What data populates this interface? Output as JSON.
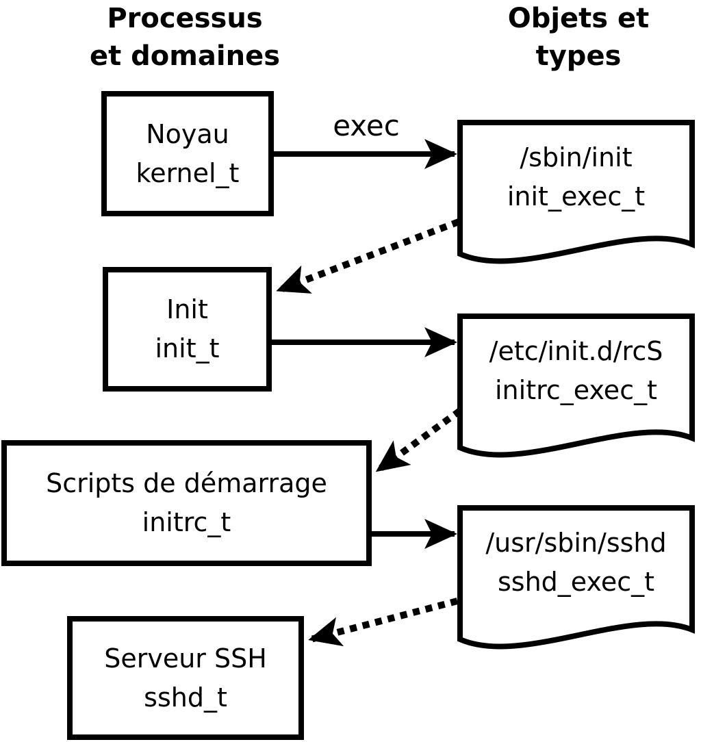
{
  "headers": {
    "left": {
      "line1": "Processus",
      "line2": "et domaines"
    },
    "right": {
      "line1": "Objets et",
      "line2": "types"
    }
  },
  "process_boxes": [
    {
      "line1": "Noyau",
      "line2": "kernel_t"
    },
    {
      "line1": "Init",
      "line2": "init_t"
    },
    {
      "line1": "Scripts de démarrage",
      "line2": "initrc_t"
    },
    {
      "line1": "Serveur SSH",
      "line2": "sshd_t"
    }
  ],
  "object_docs": [
    {
      "line1": "/sbin/init",
      "line2": "init_exec_t"
    },
    {
      "line1": "/etc/init.d/rcS",
      "line2": "initrc_exec_t"
    },
    {
      "line1": "/usr/sbin/sshd",
      "line2": "sshd_exec_t"
    }
  ],
  "edge_labels": {
    "exec": "exec"
  },
  "colors": {
    "ink": "#000000",
    "background": "#ffffff"
  }
}
